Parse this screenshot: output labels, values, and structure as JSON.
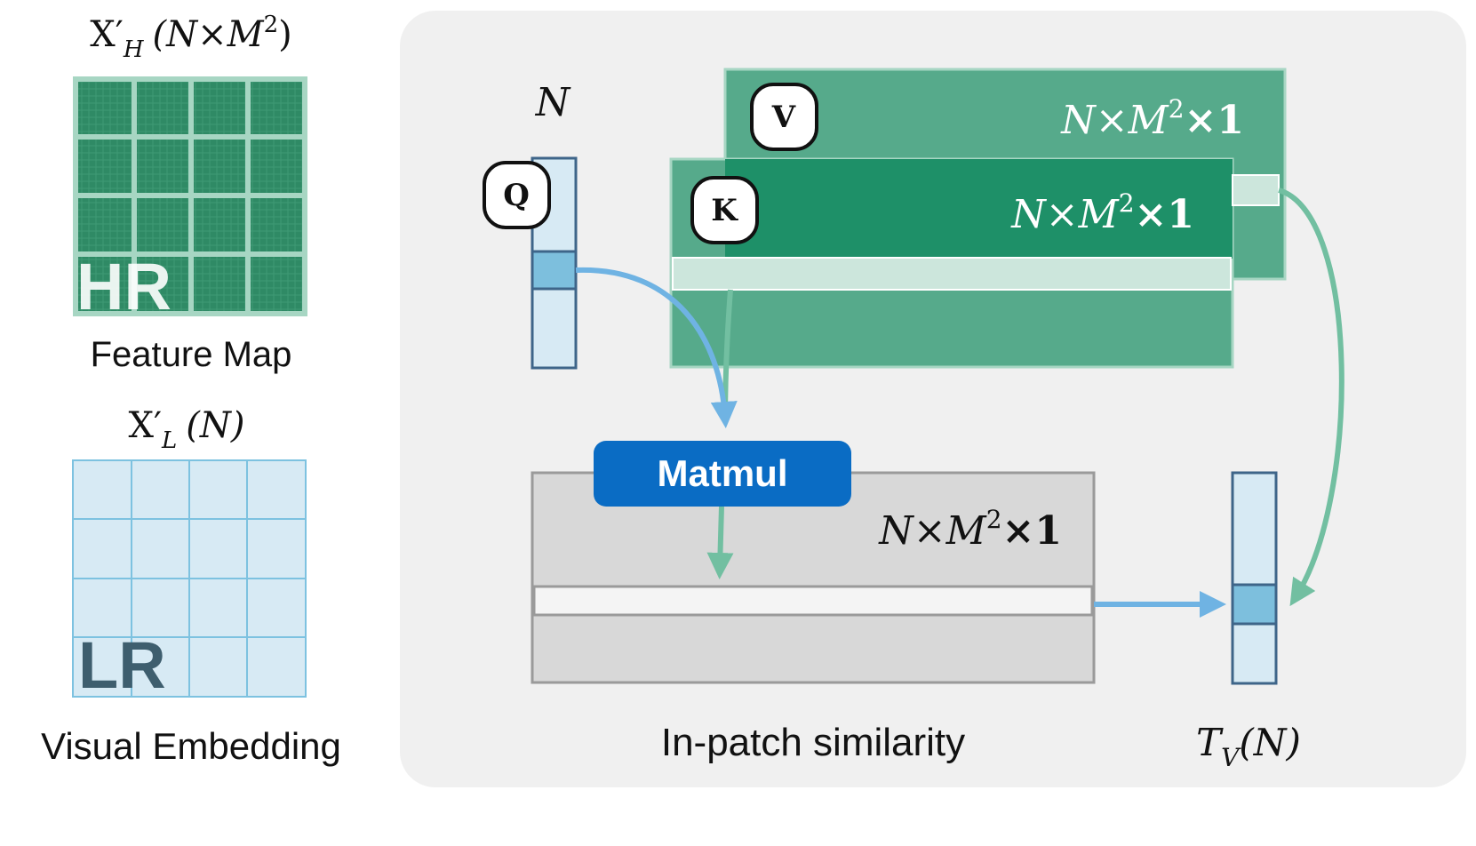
{
  "left": {
    "hr_title": {
      "prefix": "X′",
      "sub": "H",
      "paren": "(N×M",
      "sup": "2",
      "close": ")"
    },
    "hr_badge": "HR",
    "hr_caption": "Feature Map",
    "lr_title": {
      "prefix": "X′",
      "sub": "L",
      "paren": "(N)"
    },
    "lr_badge": "LR",
    "lr_caption": "Visual Embedding"
  },
  "main": {
    "n_label": "N",
    "q_label": "Q",
    "k_label": "K",
    "v_label": "V",
    "v_dims": {
      "pre": "N×M",
      "sup": "2",
      "post": "×1"
    },
    "k_dims": {
      "pre": "N×M",
      "sup": "2",
      "post": "×1"
    },
    "sim_dims": {
      "pre": "N×M",
      "sup": "2",
      "post": "×1"
    },
    "matmul_label": "Matmul",
    "sim_caption": "In-patch similarity",
    "out_label": {
      "prefix": "T",
      "sub": "V",
      "paren": "(N)"
    }
  },
  "colors": {
    "panel_bg": "#f0f0f0",
    "v_green": "#56aa8b",
    "k_green_dark": "#1e9068",
    "feature_green": "#2f8a65",
    "light_blue": "#d7eaf4",
    "mid_blue": "#7dbfdd",
    "matmul_blue": "#0a6cc4",
    "arrow_blue": "#6fb3e3",
    "arrow_green": "#72bfa1",
    "gray_box": "#d8d8d8"
  }
}
